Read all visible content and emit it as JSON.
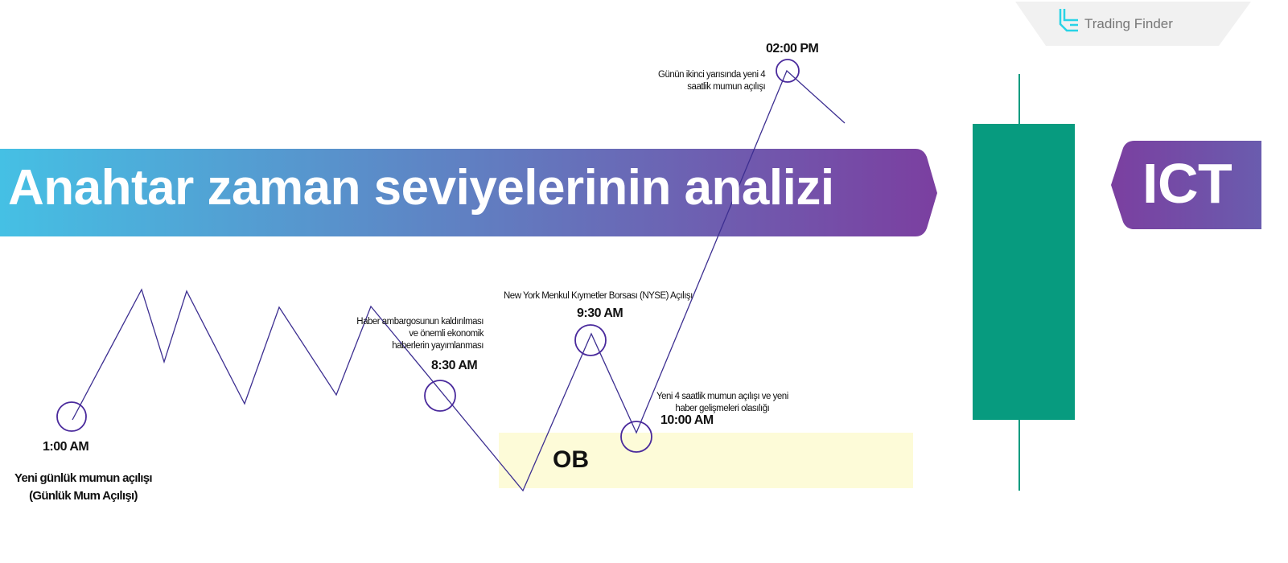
{
  "logo": {
    "text": "Trading Finder",
    "color": "#29d3e6"
  },
  "banner": {
    "title": "Anahtar zaman seviyelerinin analizi",
    "badge": "ICT",
    "gradient_start": "#45c0e4",
    "gradient_end": "#7b3fa0"
  },
  "candle": {
    "color": "#079b7f",
    "direction": "bullish"
  },
  "order_block": {
    "label": "OB",
    "color": "#fdfbd8"
  },
  "line_color": "#3d2f91",
  "circle_color": "#4a2a9c",
  "annotations": [
    {
      "time": "1:00 AM",
      "text": [
        "Yeni günlük mumun açılışı",
        "(Günlük Mum Açılışı)"
      ]
    },
    {
      "time": "8:30 AM",
      "text": [
        "Haber ambargosunun kaldırılması",
        "ve önemli ekonomik",
        "haberlerin yayımlanması"
      ]
    },
    {
      "time": "9:30 AM",
      "text": [
        "New York Menkul Kıymetler Borsası (NYSE) Açılışı"
      ]
    },
    {
      "time": "10:00 AM",
      "text": [
        "Yeni 4 saatlik mumun açılışı ve yeni",
        "haber gelişmeleri olasılığı"
      ]
    },
    {
      "time": "02:00 PM",
      "text": [
        "Günün ikinci yarısında yeni 4",
        "saatlik mumun açılışı"
      ]
    }
  ]
}
